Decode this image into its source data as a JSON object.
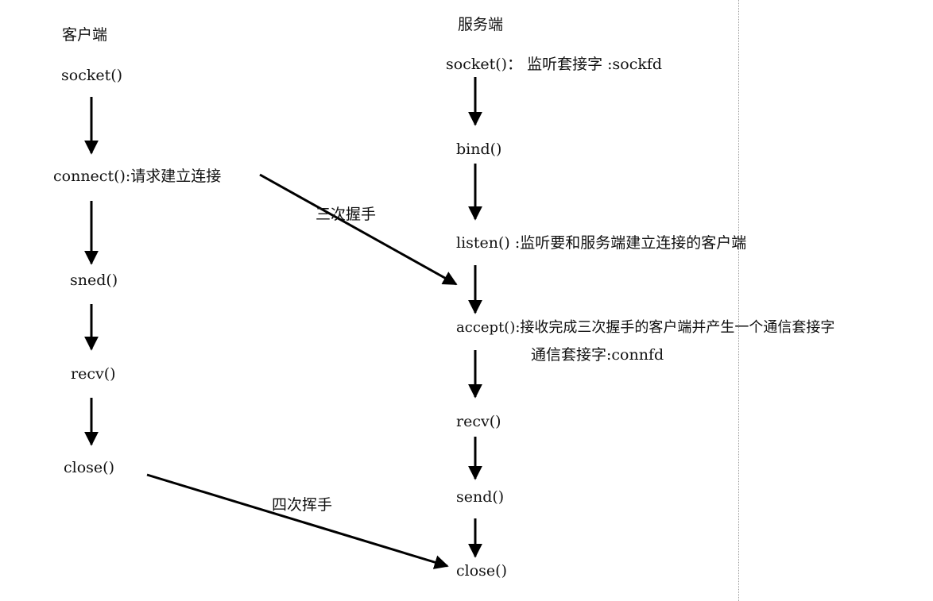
{
  "client": {
    "title": "客户端",
    "socket": "socket()",
    "connect": "connect():请求建立连接",
    "send": "sned()",
    "recv": "recv()",
    "close": "close()"
  },
  "server": {
    "title": "服务端",
    "socket": "socket()：  监听套接字 :sockfd",
    "bind": "bind()",
    "listen": "listen() :监听要和服务端建立连接的客户端",
    "accept": "accept():接收完成三次握手的客户端并产生一个通信套接字",
    "accept_note": "通信套接字:connfd",
    "recv": "recv()",
    "send": "send()",
    "close": "close()"
  },
  "handshake_label": "三次握手",
  "wave_label": "四次挥手"
}
